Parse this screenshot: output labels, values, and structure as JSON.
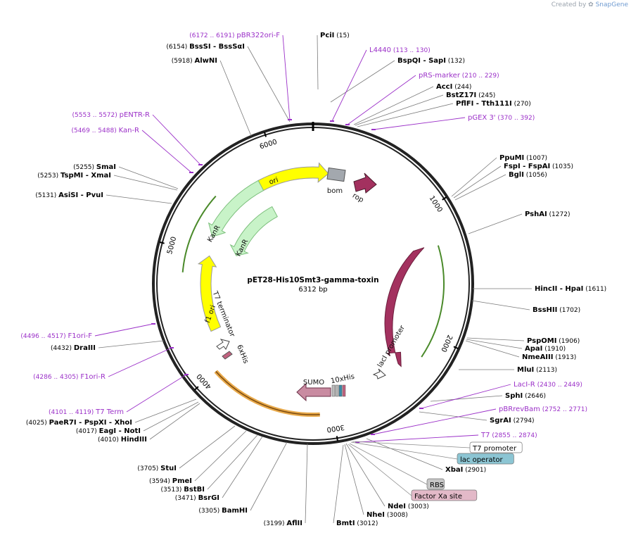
{
  "credit": {
    "prefix": "Created by",
    "brand": "SnapGene"
  },
  "plasmid": {
    "name": "pET28-His10Smt3-gamma-toxin",
    "length": "6312 bp"
  },
  "ticks": [
    "1000",
    "2000",
    "3000",
    "4000",
    "5000",
    "6000"
  ],
  "enzymes": [
    {
      "name": "PciI",
      "pos": "(15)"
    },
    {
      "name": "BspQI",
      "alt": "SapI",
      "pos": "(132)"
    },
    {
      "name": "AccI",
      "pos": "(244)"
    },
    {
      "name": "BstZ17I",
      "pos": "(245)"
    },
    {
      "name": "PflFI",
      "alt": "Tth111I",
      "pos": "(270)"
    },
    {
      "name": "PpuMI",
      "pos": "(1007)"
    },
    {
      "name": "FspI",
      "alt": "FspAI",
      "pos": "(1035)"
    },
    {
      "name": "BglI",
      "pos": "(1056)"
    },
    {
      "name": "PshAI",
      "pos": "(1272)"
    },
    {
      "name": "HincII",
      "alt": "HpaI",
      "pos": "(1611)"
    },
    {
      "name": "BssHII",
      "pos": "(1702)"
    },
    {
      "name": "PspOMI",
      "pos": "(1906)"
    },
    {
      "name": "ApaI",
      "pos": "(1910)"
    },
    {
      "name": "NmeAIII",
      "pos": "(1913)"
    },
    {
      "name": "MluI",
      "pos": "(2113)"
    },
    {
      "name": "SphI",
      "pos": "(2646)"
    },
    {
      "name": "SgrAI",
      "pos": "(2794)"
    },
    {
      "name": "XbaI",
      "pos": "(2901)"
    },
    {
      "name": "NdeI",
      "pos": "(3003)"
    },
    {
      "name": "NheI",
      "pos": "(3008)"
    },
    {
      "name": "BmtI",
      "pos": "(3012)"
    },
    {
      "name": "AflII",
      "pos": "(3199)"
    },
    {
      "name": "BamHI",
      "pos": "(3305)"
    },
    {
      "name": "BsrGI",
      "pos": "(3471)"
    },
    {
      "name": "BstBI",
      "pos": "(3513)"
    },
    {
      "name": "PmeI",
      "pos": "(3594)"
    },
    {
      "name": "StuI",
      "pos": "(3705)"
    },
    {
      "name": "HindIII",
      "pos": "(4010)"
    },
    {
      "name": "EagI",
      "alt": "NotI",
      "pos": "(4017)"
    },
    {
      "name": "PaeR7I",
      "alt": "PspXI",
      "alt2": "XhoI",
      "pos": "(4025)"
    },
    {
      "name": "DraIII",
      "pos": "(4432)"
    },
    {
      "name": "AsiSI",
      "alt": "PvuI",
      "pos": "(5131)"
    },
    {
      "name": "TspMI",
      "alt": "XmaI",
      "pos": "(5253)"
    },
    {
      "name": "SmaI",
      "pos": "(5255)"
    },
    {
      "name": "AlwNI",
      "pos": "(5918)"
    },
    {
      "name": "BssSI",
      "alt": "BssSαI",
      "pos": "(6154)"
    }
  ],
  "primers": [
    {
      "name": "pBR322ori-F",
      "range": "(6172 .. 6191)"
    },
    {
      "name": "L4440",
      "range": "(113 .. 130)"
    },
    {
      "name": "pRS-marker",
      "range": "(210 .. 229)"
    },
    {
      "name": "pGEX 3'",
      "range": "(370 .. 392)"
    },
    {
      "name": "pENTR-R",
      "range": "(5553 .. 5572)"
    },
    {
      "name": "Kan-R",
      "range": "(5469 .. 5488)"
    },
    {
      "name": "LacI-R",
      "range": "(2430 .. 2449)"
    },
    {
      "name": "pBRrevBam",
      "range": "(2752 .. 2771)"
    },
    {
      "name": "T7",
      "range": "(2855 .. 2874)"
    },
    {
      "name": "F1ori-F",
      "range": "(4496 .. 4517)"
    },
    {
      "name": "F1ori-R",
      "range": "(4286 .. 4305)"
    },
    {
      "name": "T7 Term",
      "range": "(4101 .. 4119)"
    }
  ],
  "boxed": [
    {
      "label": "T7 promoter",
      "color": "#ffffff"
    },
    {
      "label": "lac operator",
      "color": "#8cc5d3"
    },
    {
      "label": "RBS",
      "color": "#c6c6c6"
    },
    {
      "label": "Factor Xa site",
      "color": "#e3b9c8"
    }
  ],
  "features": [
    {
      "label": "ori",
      "color": "#ffff00"
    },
    {
      "label": "bom",
      "color": "#a3a8ae"
    },
    {
      "label": "rop",
      "color": "#a3315f"
    },
    {
      "label": "KanR",
      "color": "#c8f3c8"
    },
    {
      "label": "KanR",
      "color": "#c8f3c8"
    },
    {
      "label": "f1 ori",
      "color": "#ffff00"
    },
    {
      "label": "T7 terminator",
      "color": "#ffffff"
    },
    {
      "label": "6xHis",
      "color": "#c1627f"
    },
    {
      "label": "SUMO",
      "color": "#c98ba1"
    },
    {
      "label": "10xHis",
      "color": "#a8a8a8"
    },
    {
      "label": "lacI promoter",
      "color": "#ffffff"
    },
    {
      "label": "lacI",
      "color": "#a3315f"
    }
  ],
  "colors": {
    "enzyme": "#000000",
    "primer": "#9b30c8",
    "tick_line": "#444444"
  }
}
